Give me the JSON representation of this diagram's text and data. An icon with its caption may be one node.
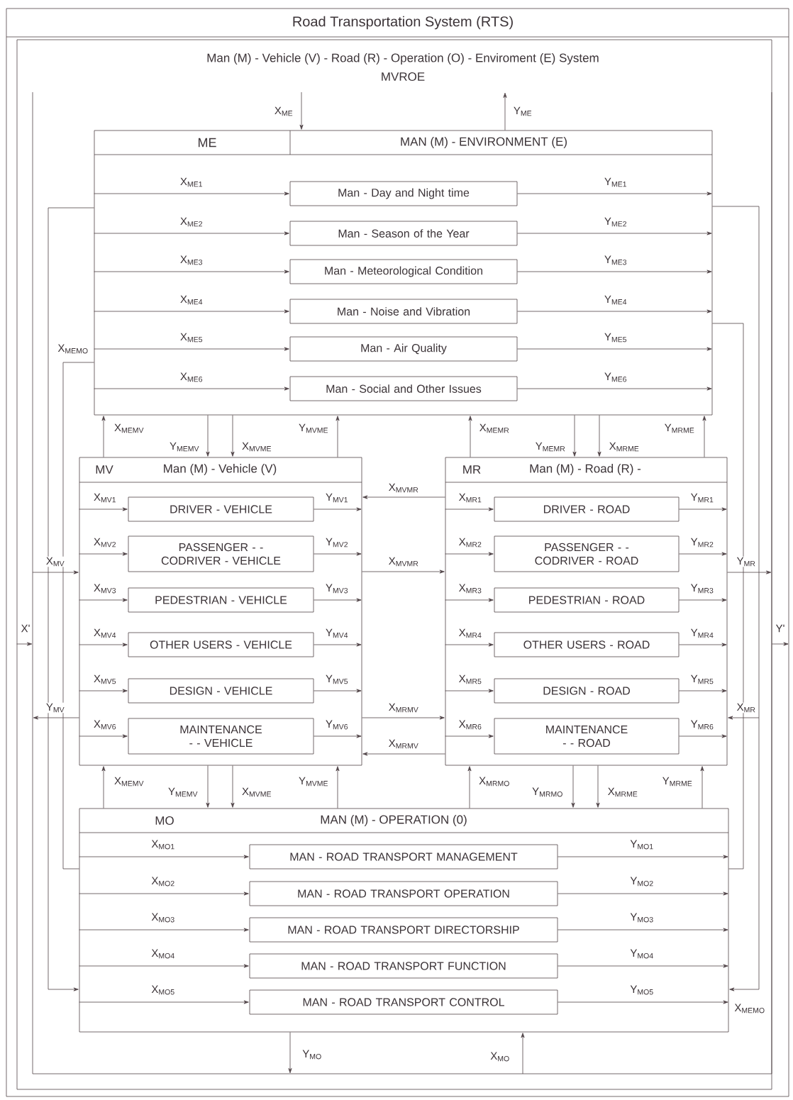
{
  "diagram": {
    "nodes": [
      {
        "text": [
          "Road Transportation System (RTS)"
        ]
      },
      {
        "text": [
          "Man (M) - Vehicle (V) - Road (R) - Operation (O) - Enviroment (E) System",
          "MVROE"
        ],
        "in": 0
      },
      {
        "text": [
          "ME",
          "MAN (M) - ENVIRONMENT (E)"
        ],
        "in": 1
      },
      {
        "text": [
          "Man - Day and Night time"
        ],
        "in": 2
      },
      {
        "text": [
          "Man - Season of the Year"
        ],
        "in": 2
      },
      {
        "text": [
          "Man - Meteorological Condition"
        ],
        "in": 2
      },
      {
        "text": [
          "Man - Noise and Vibration"
        ],
        "in": 2
      },
      {
        "text": [
          "Man - Air Quality"
        ],
        "in": 2
      },
      {
        "text": [
          "Man - Social and Other Issues"
        ],
        "in": 2
      },
      {
        "text": [
          "MV",
          "Man (M) - Vehicle (V)"
        ],
        "in": 1
      },
      {
        "text": [
          "DRIVER - VEHICLE"
        ],
        "in": 9
      },
      {
        "text": [
          "PASSENGER - - CODRIVER - VEHICLE"
        ],
        "in": 9
      },
      {
        "text": [
          "PEDESTRIAN - VEHICLE"
        ],
        "in": 9
      },
      {
        "text": [
          "OTHER USERS - VEHICLE"
        ],
        "in": 9
      },
      {
        "text": [
          "DESIGN - VEHICLE"
        ],
        "in": 9
      },
      {
        "text": [
          "MAINTENANCE - - VEHICLE"
        ],
        "in": 9
      },
      {
        "text": [
          "MR",
          "Man (M) - Road (R) -"
        ],
        "in": 1
      },
      {
        "text": [
          "DRIVER - ROAD"
        ],
        "in": 16
      },
      {
        "text": [
          "PASSENGER - - CODRIVER - ROAD"
        ],
        "in": 16
      },
      {
        "text": [
          "PEDESTRIAN - ROAD"
        ],
        "in": 16
      },
      {
        "text": [
          "OTHER USERS - ROAD"
        ],
        "in": 16
      },
      {
        "text": [
          "DESIGN - ROAD"
        ],
        "in": 16
      },
      {
        "text": [
          "MAINTENANCE - - ROAD"
        ],
        "in": 16
      },
      {
        "text": [
          "MO",
          "MAN (M) - OPERATION (0)"
        ],
        "in": 1
      },
      {
        "text": [
          "MAN - ROAD TRANSPORT MANAGEMENT"
        ],
        "in": 23
      },
      {
        "text": [
          "MAN - ROAD TRANSPORT OPERATION"
        ],
        "in": 23
      },
      {
        "text": [
          "MAN - ROAD TRANSPORT DIRECTORSHIP"
        ],
        "in": 23
      },
      {
        "text": [
          "MAN - ROAD TRANSPORT FUNCTION"
        ],
        "in": 23
      },
      {
        "text": [
          "MAN - ROAD TRANSPORT CONTROL"
        ],
        "in": 23
      }
    ],
    "edges": [
      {
        "from": null,
        "to": 2,
        "arrow": "to",
        "label": "X$_{ME}$"
      },
      {
        "from": 2,
        "to": null,
        "arrow": "to",
        "label": "Y$_{ME}$"
      },
      {
        "from": 2,
        "to": 3,
        "arrow": "to",
        "label": "X$_{ME1}$"
      },
      {
        "from": 2,
        "to": 4,
        "arrow": "to",
        "label": "X$_{ME2}$"
      },
      {
        "from": 2,
        "to": 5,
        "arrow": "to",
        "label": "X$_{ME3}$"
      },
      {
        "from": 2,
        "to": 6,
        "arrow": "to",
        "label": "X$_{ME4}$"
      },
      {
        "from": 2,
        "to": 7,
        "arrow": "to",
        "label": "X$_{ME5}$"
      },
      {
        "from": 2,
        "to": 8,
        "arrow": "to",
        "label": "X$_{ME6}$"
      },
      {
        "from": 3,
        "to": 2,
        "arrow": "to",
        "label": "Y$_{ME1}$"
      },
      {
        "from": 4,
        "to": 2,
        "arrow": "to",
        "label": "Y$_{ME2}$"
      },
      {
        "from": 5,
        "to": 2,
        "arrow": "to",
        "label": "Y$_{ME3}$"
      },
      {
        "from": 6,
        "to": 2,
        "arrow": "to",
        "label": "Y$_{ME4}$"
      },
      {
        "from": 7,
        "to": 2,
        "arrow": "to",
        "label": "Y$_{ME5}$"
      },
      {
        "from": 8,
        "to": 2,
        "arrow": "to",
        "label": "Y$_{ME6}$"
      },
      {
        "from": 9,
        "to": 2,
        "arrow": "to",
        "label": "X$_{MEMV}$"
      },
      {
        "from": 2,
        "to": 9,
        "arrow": "to",
        "label": "Y$_{MEMV}$"
      },
      {
        "from": 2,
        "to": 9,
        "arrow": "to",
        "label": "X$_{MVME}$"
      },
      {
        "from": 9,
        "to": 2,
        "arrow": "to",
        "label": "Y$_{MVME}$"
      },
      {
        "from": 16,
        "to": 2,
        "arrow": "to",
        "label": "X$_{MEMR}$"
      },
      {
        "from": 2,
        "to": 16,
        "arrow": "to",
        "label": "Y$_{MEMR}$"
      },
      {
        "from": 2,
        "to": 16,
        "arrow": "to",
        "label": "X$_{MRME}$"
      },
      {
        "from": 16,
        "to": 2,
        "arrow": "to",
        "label": "Y$_{MRME}$"
      },
      {
        "from": 9,
        "to": 10,
        "arrow": "to",
        "label": "X$_{MV1}$"
      },
      {
        "from": 9,
        "to": 11,
        "arrow": "to",
        "label": "X$_{MV2}$"
      },
      {
        "from": 9,
        "to": 12,
        "arrow": "to",
        "label": "X$_{MV3}$"
      },
      {
        "from": 9,
        "to": 13,
        "arrow": "to",
        "label": "X$_{MV4}$"
      },
      {
        "from": 9,
        "to": 14,
        "arrow": "to",
        "label": "X$_{MV5}$"
      },
      {
        "from": 9,
        "to": 15,
        "arrow": "to",
        "label": "X$_{MV6}$"
      },
      {
        "from": 10,
        "to": 9,
        "arrow": "to",
        "label": "Y$_{MV1}$"
      },
      {
        "from": 11,
        "to": 9,
        "arrow": "to",
        "label": "Y$_{MV2}$"
      },
      {
        "from": 12,
        "to": 9,
        "arrow": "to",
        "label": "Y$_{MV3}$"
      },
      {
        "from": 13,
        "to": 9,
        "arrow": "to",
        "label": "Y$_{MV4}$"
      },
      {
        "from": 14,
        "to": 9,
        "arrow": "to",
        "label": "Y$_{MV5}$"
      },
      {
        "from": 15,
        "to": 9,
        "arrow": "to",
        "label": "Y$_{MV6}$"
      },
      {
        "from": 16,
        "to": 17,
        "arrow": "to",
        "label": "X$_{MR1}$"
      },
      {
        "from": 16,
        "to": 18,
        "arrow": "to",
        "label": "X$_{MR2}$"
      },
      {
        "from": 16,
        "to": 19,
        "arrow": "to",
        "label": "X$_{MR3}$"
      },
      {
        "from": 16,
        "to": 20,
        "arrow": "to",
        "label": "X$_{MR4}$"
      },
      {
        "from": 16,
        "to": 21,
        "arrow": "to",
        "label": "X$_{MR5}$"
      },
      {
        "from": 16,
        "to": 22,
        "arrow": "to",
        "label": "X$_{MR6}$"
      },
      {
        "from": 17,
        "to": 16,
        "arrow": "to",
        "label": "Y$_{MR1}$"
      },
      {
        "from": 18,
        "to": 16,
        "arrow": "to",
        "label": "Y$_{MR2}$"
      },
      {
        "from": 19,
        "to": 16,
        "arrow": "to",
        "label": "Y$_{MR3}$"
      },
      {
        "from": 20,
        "to": 16,
        "arrow": "to",
        "label": "Y$_{MR4}$"
      },
      {
        "from": 21,
        "to": 16,
        "arrow": "to",
        "label": "Y$_{MR5}$"
      },
      {
        "from": 22,
        "to": 16,
        "arrow": "to",
        "label": "Y$_{MR6}$"
      },
      {
        "from": 16,
        "to": 9,
        "arrow": "to",
        "label": "X$_{MVMR}$"
      },
      {
        "from": 9,
        "to": 16,
        "arrow": "to",
        "label": "X$_{MVMR}$"
      },
      {
        "from": 9,
        "to": 16,
        "arrow": "to",
        "label": "X$_{MRMV}$"
      },
      {
        "from": 16,
        "to": 9,
        "arrow": "to",
        "label": "X$_{MRMV}$"
      },
      {
        "from": 23,
        "to": 9,
        "arrow": "to",
        "label": "X$_{MEMV}$"
      },
      {
        "from": 9,
        "to": 23,
        "arrow": "to",
        "label": "Y$_{MEMV}$"
      },
      {
        "from": 9,
        "to": 23,
        "arrow": "to",
        "label": "X$_{MVME}$"
      },
      {
        "from": 23,
        "to": 9,
        "arrow": "to",
        "label": "Y$_{MVME}$"
      },
      {
        "from": 23,
        "to": 16,
        "arrow": "to",
        "label": "X$_{MRMO}$"
      },
      {
        "from": 16,
        "to": 23,
        "arrow": "to",
        "label": "Y$_{MRMO}$"
      },
      {
        "from": 16,
        "to": 23,
        "arrow": "to",
        "label": "X$_{MRME}$"
      },
      {
        "from": 23,
        "to": 16,
        "arrow": "to",
        "label": "Y$_{MRME}$"
      },
      {
        "from": 23,
        "to": 24,
        "arrow": "to",
        "label": "X$_{MO1}$"
      },
      {
        "from": 23,
        "to": 25,
        "arrow": "to",
        "label": "X$_{MO2}$"
      },
      {
        "from": 23,
        "to": 26,
        "arrow": "to",
        "label": "X$_{MO3}$"
      },
      {
        "from": 23,
        "to": 27,
        "arrow": "to",
        "label": "X$_{MO4}$"
      },
      {
        "from": 23,
        "to": 28,
        "arrow": "to",
        "label": "X$_{MO5}$"
      },
      {
        "from": 24,
        "to": 23,
        "arrow": "to",
        "label": "Y$_{MO1}$"
      },
      {
        "from": 25,
        "to": 23,
        "arrow": "to",
        "label": "Y$_{MO2}$"
      },
      {
        "from": 26,
        "to": 23,
        "arrow": "to",
        "label": "Y$_{MO3}$"
      },
      {
        "from": 27,
        "to": 23,
        "arrow": "to",
        "label": "Y$_{MO4}$"
      },
      {
        "from": 28,
        "to": 23,
        "arrow": "to",
        "label": "Y$_{MO5}$"
      },
      {
        "from": null,
        "to": 9,
        "arrow": "to",
        "label": "X$_{MV}$"
      },
      {
        "from": 9,
        "to": null,
        "arrow": "to",
        "label": "Y$_{MV}$"
      },
      {
        "from": 16,
        "to": null,
        "arrow": "to",
        "label": "Y$_{MR}$"
      },
      {
        "from": null,
        "to": 16,
        "arrow": "to",
        "label": "X$_{MR}$"
      },
      {
        "from": null,
        "to": 23,
        "arrow": "to",
        "label": "X$_{MO}$"
      },
      {
        "from": 23,
        "to": null,
        "arrow": "to",
        "label": "Y$_{MO}$"
      },
      {
        "from": 2,
        "to": 23,
        "arrow": "to",
        "label": "X$_{MEMO}$"
      },
      {
        "from": 2,
        "to": 23,
        "arrow": "none"
      },
      {
        "from": 2,
        "to": 23,
        "arrow": "to",
        "label": "X$_{MEMO}$"
      },
      {
        "from": 2,
        "to": 23,
        "arrow": "none"
      },
      {
        "from": 1,
        "to": null,
        "arrow": "to",
        "label": "X'"
      },
      {
        "from": 1,
        "to": 0,
        "arrow": "to",
        "label": "Y'"
      }
    ]
  }
}
